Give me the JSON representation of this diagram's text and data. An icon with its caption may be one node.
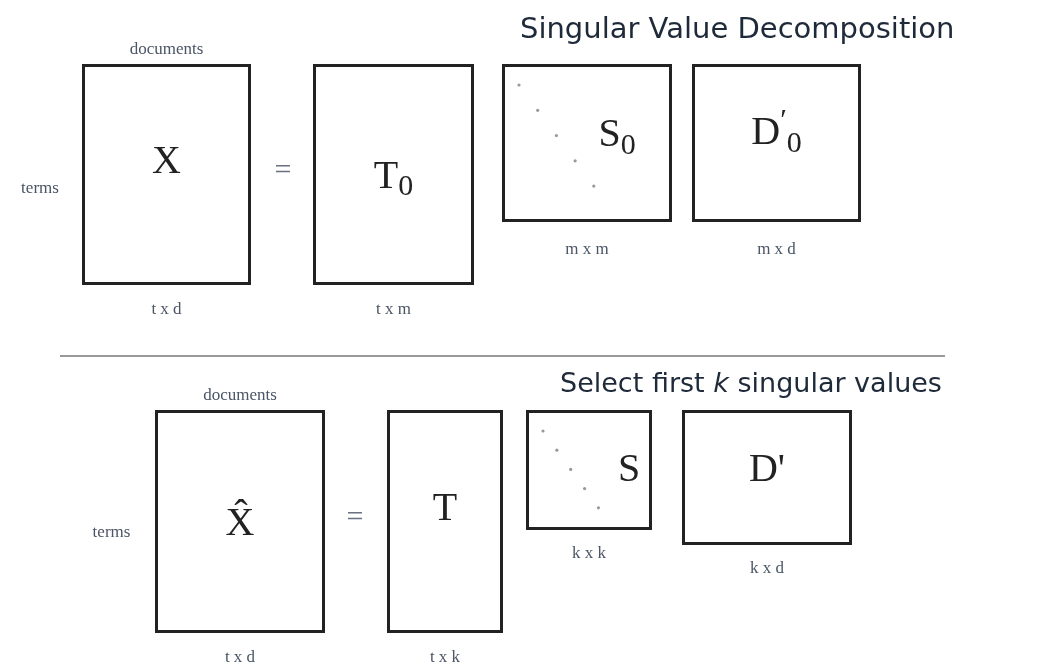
{
  "diagram": {
    "nodes": [
      {
        "text": [
          "X"
        ],
        "beside": [
          "documents",
          "terms",
          "t x d"
        ]
      },
      {
        "text": [
          "T$_{0}$"
        ],
        "beside": [
          "t x m"
        ]
      },
      {
        "text": [
          "S$_{0}$"
        ],
        "beside": [
          "m x m"
        ]
      },
      {
        "text": [
          "D$^{′}$$_{0}$"
        ],
        "beside": [
          "m x d"
        ]
      },
      {
        "text": [
          "X̂"
        ],
        "beside": [
          "documents",
          "terms",
          "t x d"
        ]
      },
      {
        "text": [
          "T"
        ],
        "beside": [
          "t x k"
        ]
      },
      {
        "text": [
          "S"
        ],
        "beside": [
          "k x k"
        ]
      },
      {
        "text": [
          "D'"
        ],
        "beside": [
          "k x d"
        ]
      }
    ],
    "labels": [
      "Singular Value Decomposition",
      "=",
      "Select first *k* singular values",
      "="
    ]
  }
}
